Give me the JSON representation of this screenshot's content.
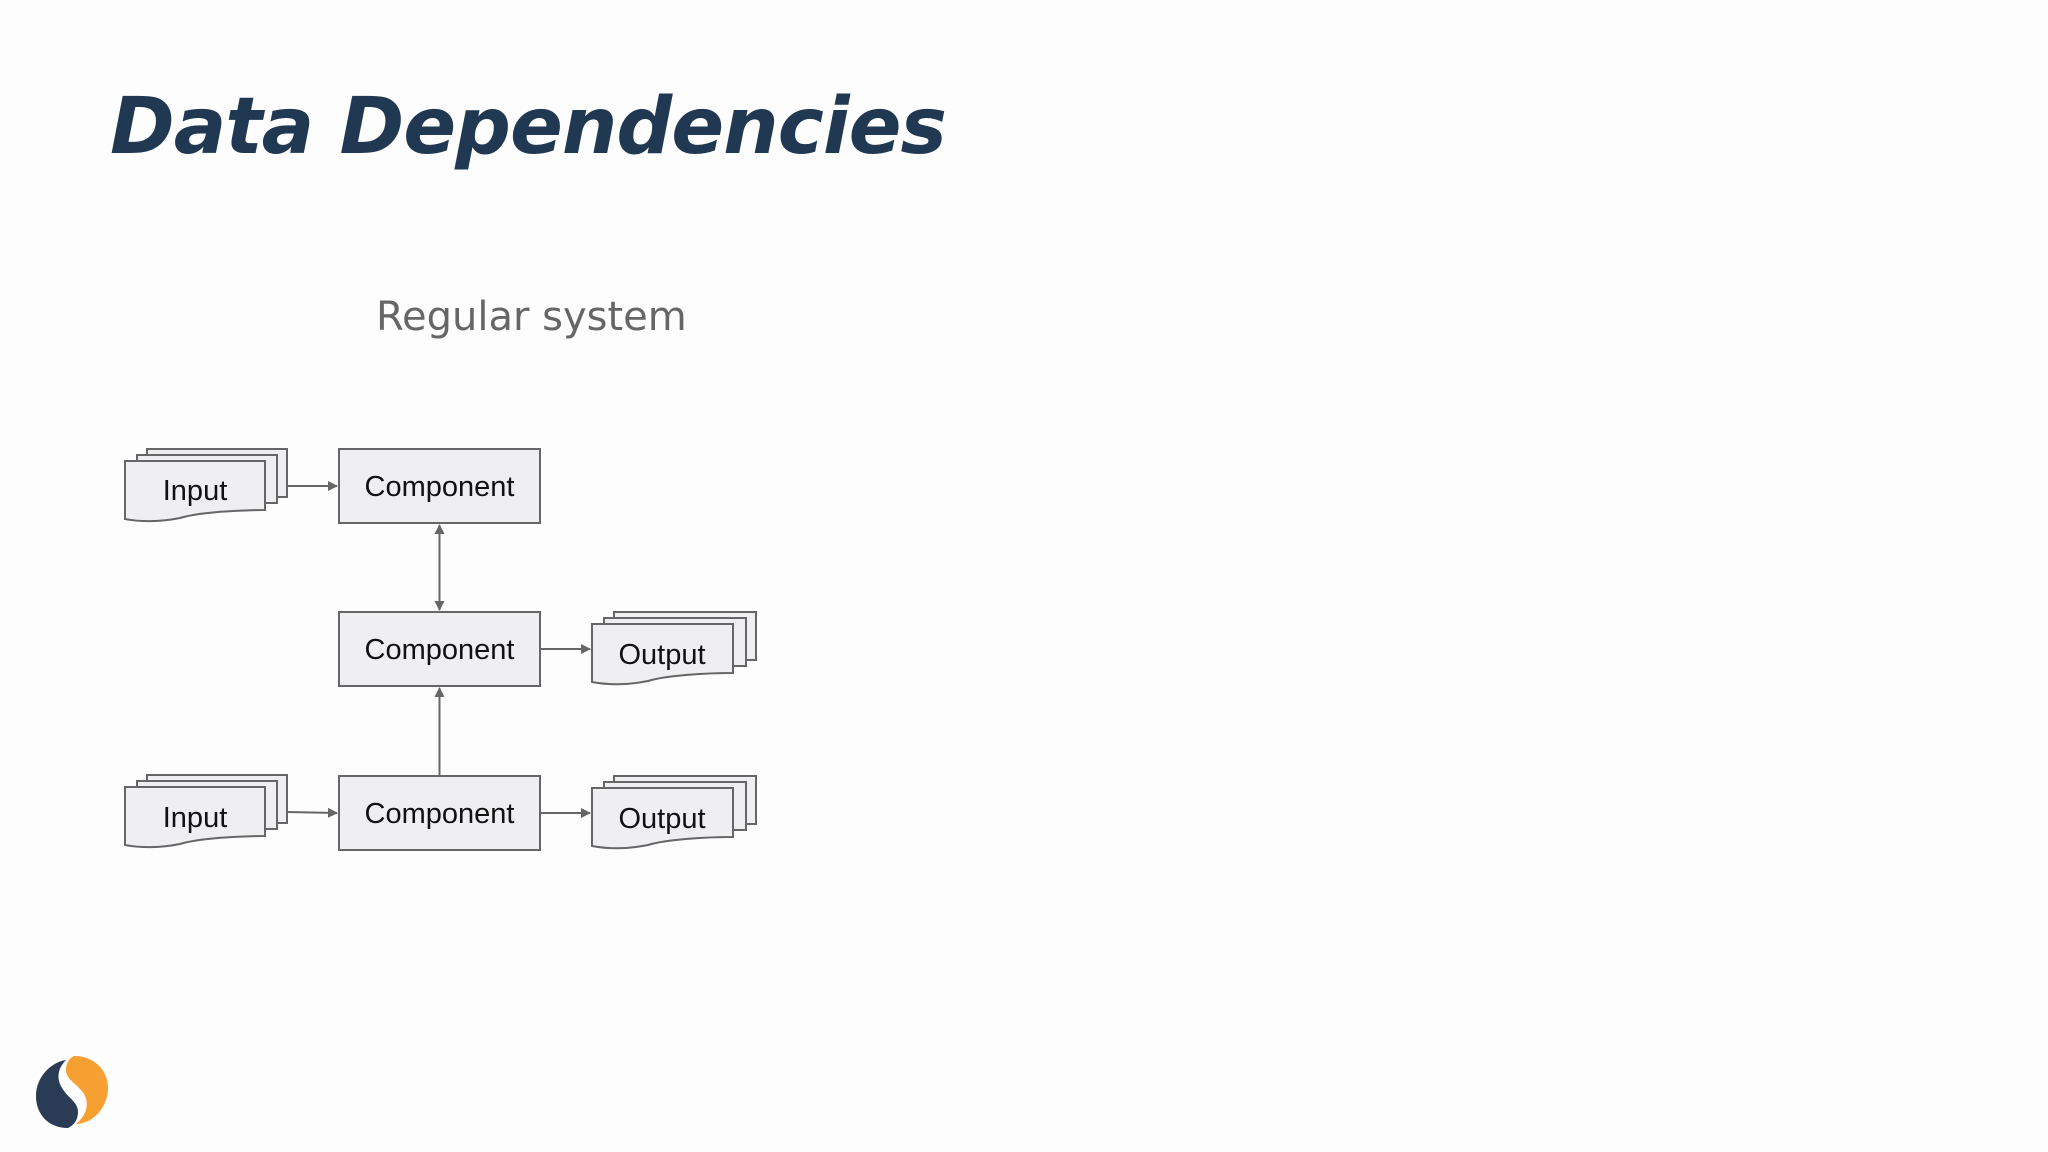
{
  "slide": {
    "title": "Data Dependencies",
    "subtitle": "Regular system"
  },
  "diagram": {
    "nodes": [
      {
        "id": "input-1",
        "kind": "document-stack",
        "label": "Input"
      },
      {
        "id": "component-1",
        "kind": "process",
        "label": "Component"
      },
      {
        "id": "component-2",
        "kind": "process",
        "label": "Component"
      },
      {
        "id": "output-1",
        "kind": "document-stack",
        "label": "Output"
      },
      {
        "id": "input-2",
        "kind": "document-stack",
        "label": "Input"
      },
      {
        "id": "component-3",
        "kind": "process",
        "label": "Component"
      },
      {
        "id": "output-2",
        "kind": "document-stack",
        "label": "Output"
      }
    ],
    "edges": [
      {
        "from": "input-1",
        "to": "component-1",
        "direction": "forward"
      },
      {
        "from": "component-1",
        "to": "component-2",
        "direction": "both"
      },
      {
        "from": "component-2",
        "to": "output-1",
        "direction": "forward"
      },
      {
        "from": "component-3",
        "to": "component-2",
        "direction": "forward"
      },
      {
        "from": "input-2",
        "to": "component-3",
        "direction": "forward"
      },
      {
        "from": "component-3",
        "to": "output-2",
        "direction": "forward"
      }
    ]
  },
  "colors": {
    "title": "#213853",
    "subtitle": "#666666",
    "node_fill": "#efeef0",
    "node_stroke": "#666666",
    "logo_dark": "#2a3c55",
    "logo_orange": "#f5a030"
  },
  "logo": {
    "icon": "brand-logo-icon"
  }
}
